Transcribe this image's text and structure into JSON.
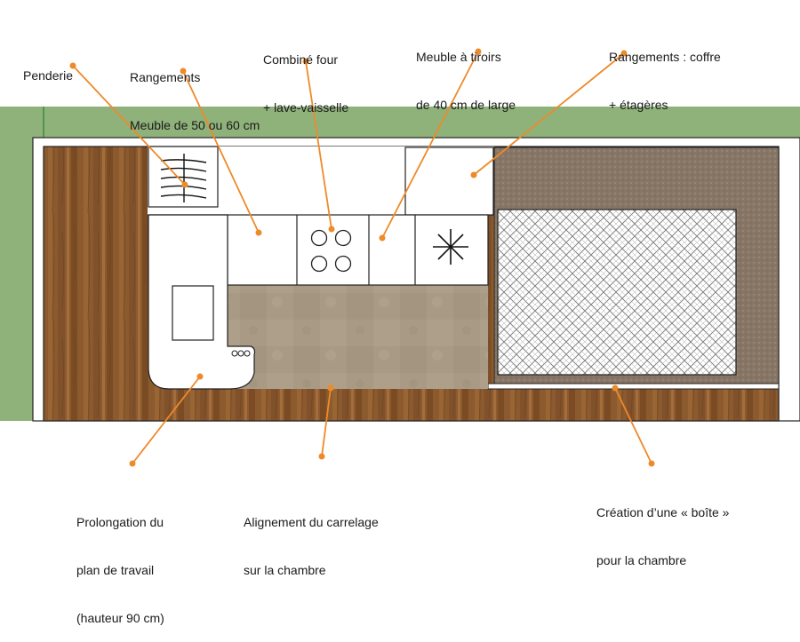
{
  "labels": {
    "penderie": "Penderie",
    "rangements_l1": "Rangements",
    "rangements_l2": "Meuble de 50 ou 60 cm",
    "combine_l1": "Combiné four",
    "combine_l2": "+ lave-vaisselle",
    "tiroirs_l1": "Meuble à tiroirs",
    "tiroirs_l2": "de 40 cm de large",
    "coffre_l1": "Rangements : coffre",
    "coffre_l2": "+ étagères",
    "prolongation_l1": "Prolongation du",
    "prolongation_l2": "plan de travail",
    "prolongation_l3": "(hauteur 90 cm)",
    "carrelage_l1": "Alignement du carrelage",
    "carrelage_l2": "sur la chambre",
    "boite_l1": "Création d’une « boîte »",
    "boite_l2": "pour la chambre"
  },
  "colors": {
    "grass": "#8fb27a",
    "wall": "#ffffff",
    "outline": "#222222",
    "wood": "#8b5a2e",
    "tile": "#a89a85",
    "carpet": "#8a7a6a",
    "callout": "#ee8a2a"
  },
  "icons": {
    "hanger": "hanger-icon",
    "hob": "hob-burners-icon",
    "sink": "asterisk-icon"
  }
}
